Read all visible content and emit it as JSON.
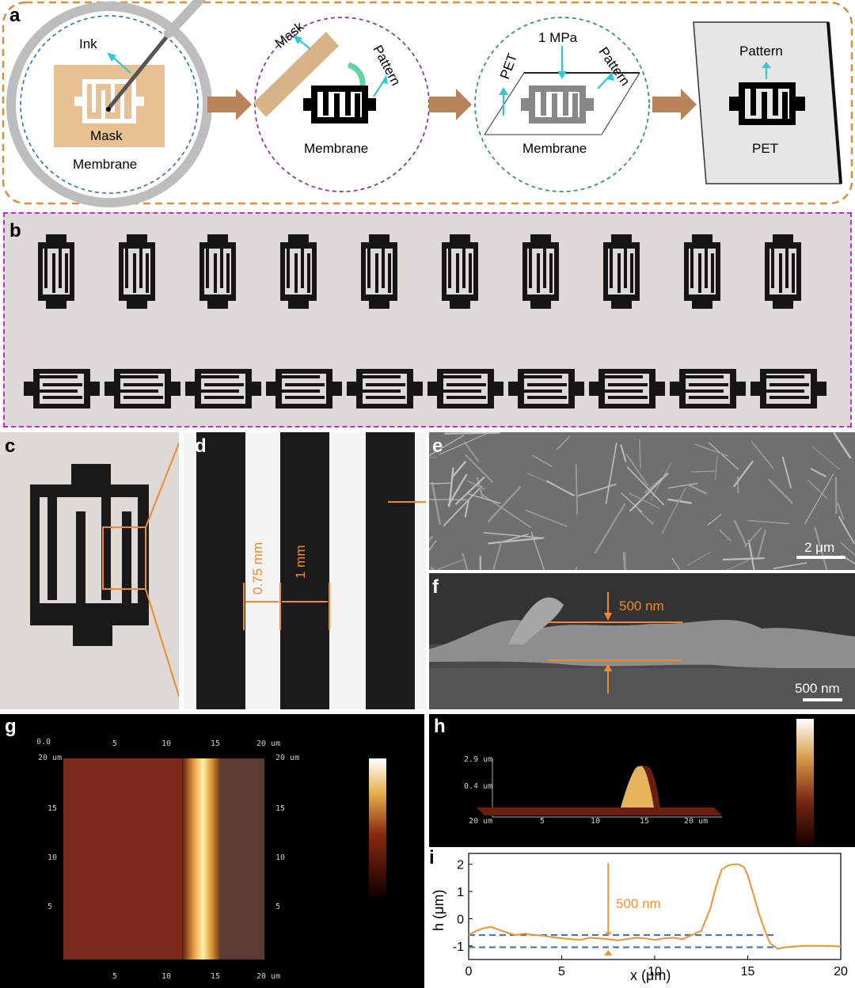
{
  "panel_a": {
    "label": "a",
    "step1": {
      "ink": "Ink",
      "mask": "Mask",
      "membrane": "Membrane"
    },
    "step2": {
      "mask": "Mask",
      "pattern": "Pattern",
      "membrane": "Membrane"
    },
    "step3": {
      "pressure": "1 MPa",
      "pet": "PET",
      "pattern": "Pattern",
      "membrane": "Membrane"
    },
    "step4": {
      "pattern": "Pattern",
      "pet": "PET"
    },
    "colors": {
      "frame": "#e08a3c",
      "circle1_dash": "#2a6fb5",
      "circle2_dash": "#8a3a9e",
      "circle3_dash": "#2e9e5a",
      "cyan": "#35c6d6",
      "mask": "#e8c193",
      "arrow": "#b8855b"
    }
  },
  "panel_b": {
    "label": "b",
    "frame_color": "#c02ec6"
  },
  "panel_c": {
    "label": "c"
  },
  "panel_d": {
    "label": "d",
    "gap": "0.75 mm",
    "width": "1 mm"
  },
  "panel_e": {
    "label": "e",
    "scale": "2 μm"
  },
  "panel_f": {
    "label": "f",
    "thickness": "500 nm",
    "scale": "500 nm"
  },
  "panel_g": {
    "label": "g",
    "corner": "0.0",
    "top_ticks": [
      "5",
      "10",
      "15",
      "20 um"
    ],
    "bottom_ticks": [
      "5",
      "10",
      "15",
      "20 um"
    ],
    "left_ticks": [
      "20 um",
      "15",
      "10",
      "5"
    ],
    "right_ticks": [
      "20 um",
      "15",
      "10",
      "5"
    ]
  },
  "panel_h": {
    "label": "h",
    "z_ticks": [
      "2.9 um",
      "0.4 um"
    ],
    "x_ticks": [
      "20 um",
      "5",
      "10",
      "15",
      "20 um"
    ]
  },
  "panel_i": {
    "label": "i",
    "annotation": "500 nm",
    "chart_data": {
      "type": "line",
      "xlabel": "x (μm)",
      "ylabel": "h (μm)",
      "xlim": [
        0,
        20
      ],
      "ylim": [
        -1.5,
        2.4
      ],
      "x_ticks": [
        0,
        5,
        10,
        15,
        20
      ],
      "y_ticks": [
        -1,
        0,
        1,
        2
      ],
      "y_tick_labels": [
        "-1",
        "0",
        "1",
        "2"
      ],
      "series": [
        {
          "color": "#f0922e",
          "x": [
            0,
            0.4,
            0.8,
            1.2,
            1.6,
            2.0,
            2.5,
            3.0,
            3.5,
            4.0,
            4.5,
            5.0,
            5.5,
            6.0,
            6.5,
            7.0,
            7.5,
            8.0,
            8.5,
            9.0,
            9.5,
            10.0,
            10.5,
            11.0,
            11.5,
            12.0,
            12.5,
            13.0,
            13.3,
            13.6,
            13.9,
            14.2,
            14.5,
            14.8,
            15.0,
            15.3,
            15.6,
            15.9,
            16.2,
            16.6,
            17.0,
            18.0,
            19.0,
            20.0
          ],
          "y": [
            -0.6,
            -0.45,
            -0.35,
            -0.3,
            -0.4,
            -0.5,
            -0.6,
            -0.55,
            -0.6,
            -0.62,
            -0.68,
            -0.72,
            -0.75,
            -0.78,
            -0.7,
            -0.72,
            -0.75,
            -0.8,
            -0.75,
            -0.7,
            -0.72,
            -0.78,
            -0.72,
            -0.7,
            -0.75,
            -0.6,
            -0.45,
            0.4,
            1.2,
            1.8,
            1.95,
            2.0,
            2.0,
            1.9,
            1.6,
            0.9,
            0.2,
            -0.4,
            -0.9,
            -1.1,
            -1.05,
            -1.0,
            -1.0,
            -1.02
          ]
        }
      ],
      "reference_lines": [
        -0.6,
        -1.05
      ],
      "reference_color": "#3a6db3"
    }
  }
}
